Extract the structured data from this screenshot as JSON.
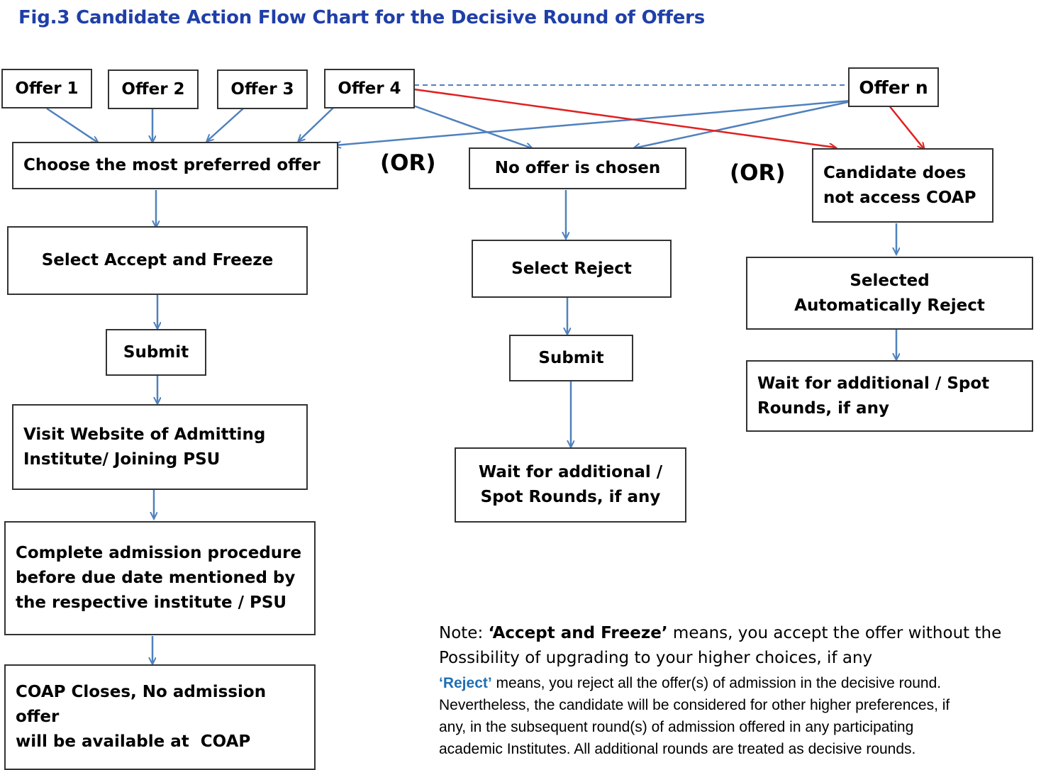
{
  "title": "Fig.3 Candidate Action Flow Chart for the Decisive Round of Offers",
  "offers": [
    "Offer 1",
    "Offer 2",
    "Offer 3",
    "Offer 4",
    "Offer n"
  ],
  "or_label": "(OR)",
  "left_path": {
    "choose": "Choose the most preferred offer",
    "accept": "Select Accept and Freeze",
    "submit": "Submit",
    "visit": [
      "Visit Website of Admitting",
      "Institute/ Joining PSU"
    ],
    "complete": [
      "Complete admission procedure",
      "before due date mentioned by",
      "the respective institute / PSU"
    ],
    "closes": [
      "COAP Closes, No admission offer",
      "will be available at  COAP"
    ]
  },
  "middle_path": {
    "none": "No offer is chosen",
    "reject": "Select Reject",
    "submit": "Submit",
    "wait": [
      "Wait for additional /",
      "Spot Rounds, if any"
    ]
  },
  "right_path": {
    "no_access": [
      "Candidate does",
      "not access COAP"
    ],
    "auto_reject": [
      "Selected",
      "Automatically Reject"
    ],
    "wait": [
      "Wait for additional / Spot",
      "Rounds, if any"
    ]
  },
  "note": {
    "prefix": "Note: ",
    "term1": "‘Accept and Freeze’",
    "line1_rest": " means, you accept the offer without the",
    "line2": "Possibility of upgrading to your higher choices, if any",
    "term2": "‘Reject’",
    "line3_rest": " means, you reject all the offer(s) of admission in the decisive round.",
    "line4": "Nevertheless, the candidate will be considered for other higher preferences, if",
    "line5": "any, in the subsequent round(s) of admission offered in any participating",
    "line6": "academic Institutes. All additional rounds are treated as decisive rounds."
  },
  "colors": {
    "title": "#1f3fa8",
    "arrow": "#4f81bd",
    "red_arrow": "#e02020",
    "term_reject": "#1f6fb5"
  }
}
